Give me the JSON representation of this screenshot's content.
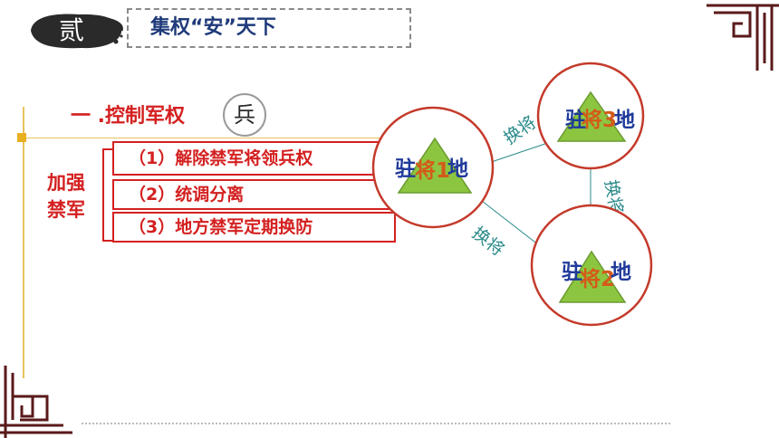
{
  "header": {
    "badge": "贰",
    "title": "集权“安”天下"
  },
  "section": {
    "heading": "一 .控制军权",
    "tag": "兵"
  },
  "group": {
    "label_line1": "加强",
    "label_line2": "禁军",
    "items": [
      "（1）解除禁军将领兵权",
      "（2）统调分离",
      "（3）地方禁军定期换防"
    ]
  },
  "diagram": {
    "nodes": [
      {
        "left": "驻",
        "general": "将1",
        "right": "地"
      },
      {
        "left": "驻",
        "general": "将3",
        "right": "地"
      },
      {
        "left": "驻",
        "general": "将2",
        "right": "地"
      }
    ],
    "arrow_labels": [
      "换将",
      "换将",
      "换将"
    ]
  },
  "colors": {
    "accent_red": "#d42020",
    "title_blue": "#1f3a7a",
    "triangle_green": "#8cc640",
    "circle_red": "#c43a2a",
    "arrow_teal": "#2a8a8a"
  }
}
